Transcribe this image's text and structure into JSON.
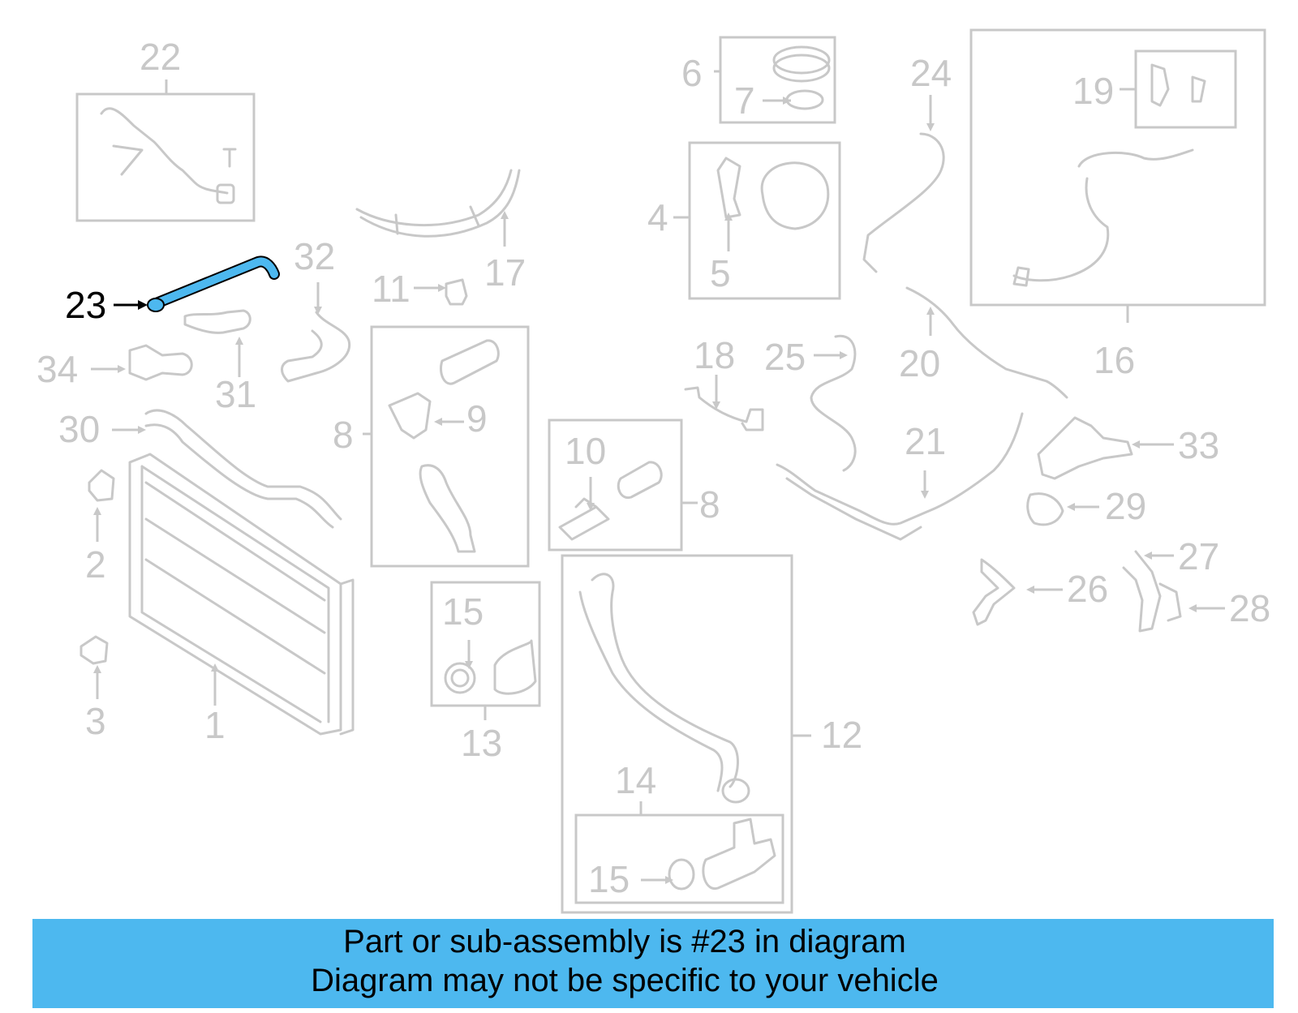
{
  "highlighted_part": "23",
  "labels": {
    "p1": "1",
    "p2": "2",
    "p3": "3",
    "p4": "4",
    "p5": "5",
    "p6": "6",
    "p7": "7",
    "p8a": "8",
    "p8b": "8",
    "p9": "9",
    "p10": "10",
    "p11": "11",
    "p12": "12",
    "p13": "13",
    "p14": "14",
    "p15a": "15",
    "p15b": "15",
    "p16": "16",
    "p17": "17",
    "p18": "18",
    "p19": "19",
    "p20": "20",
    "p21": "21",
    "p22": "22",
    "p23": "23",
    "p24": "24",
    "p25": "25",
    "p26": "26",
    "p27": "27",
    "p28": "28",
    "p29": "29",
    "p30": "30",
    "p31": "31",
    "p32": "32",
    "p33": "33",
    "p34": "34"
  },
  "banner": {
    "line1": "Part or sub-assembly is #23 in diagram",
    "line2": "Diagram may not be specific to your vehicle"
  },
  "colors": {
    "banner": "#4db8ef",
    "highlight": "#4db8ef",
    "parts": "#c8c8c8"
  }
}
